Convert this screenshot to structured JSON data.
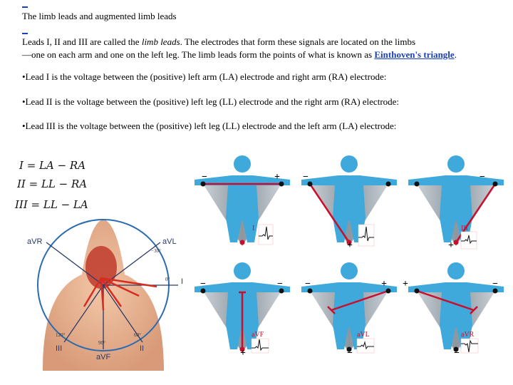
{
  "title": "The limb leads and augmented limb leads",
  "intro": {
    "part1": "Leads I, II and III are called the ",
    "italic": "limb leads",
    "part2": ". The electrodes that form these signals are located on the limbs",
    "line2_part1": "—one on each arm and one on the left leg. The limb leads form the points of what is known as ",
    "link": "Einthoven's triangle",
    "line2_end": "."
  },
  "bullets": [
    "•Lead I is the voltage between the (positive) left arm (LA) electrode and right arm (RA) electrode:",
    "•Lead II is the voltage between the (positive) left leg (LL) electrode and the right arm (RA) electrode:",
    "•Lead III is the voltage between the (positive) left leg (LL) electrode and the left arm (LA) electrode:"
  ],
  "formulas": [
    "I = LA − RA",
    "II = LL − RA",
    "III = LL − LA"
  ],
  "hexaxial": {
    "labels": [
      "aVR",
      "aVL",
      "I",
      "III",
      "aVF",
      "II"
    ],
    "degrees": [
      "−30°",
      "0°",
      "120°",
      "90°",
      "60°"
    ]
  },
  "bodies": {
    "signs": [
      "−",
      "+"
    ],
    "labels": [
      "I",
      "II",
      "III",
      "aVF",
      "aVL",
      "aVR"
    ]
  },
  "colors": {
    "link": "#1a3fbf",
    "body": "#3fa9dc",
    "lead": "#c8102e"
  }
}
